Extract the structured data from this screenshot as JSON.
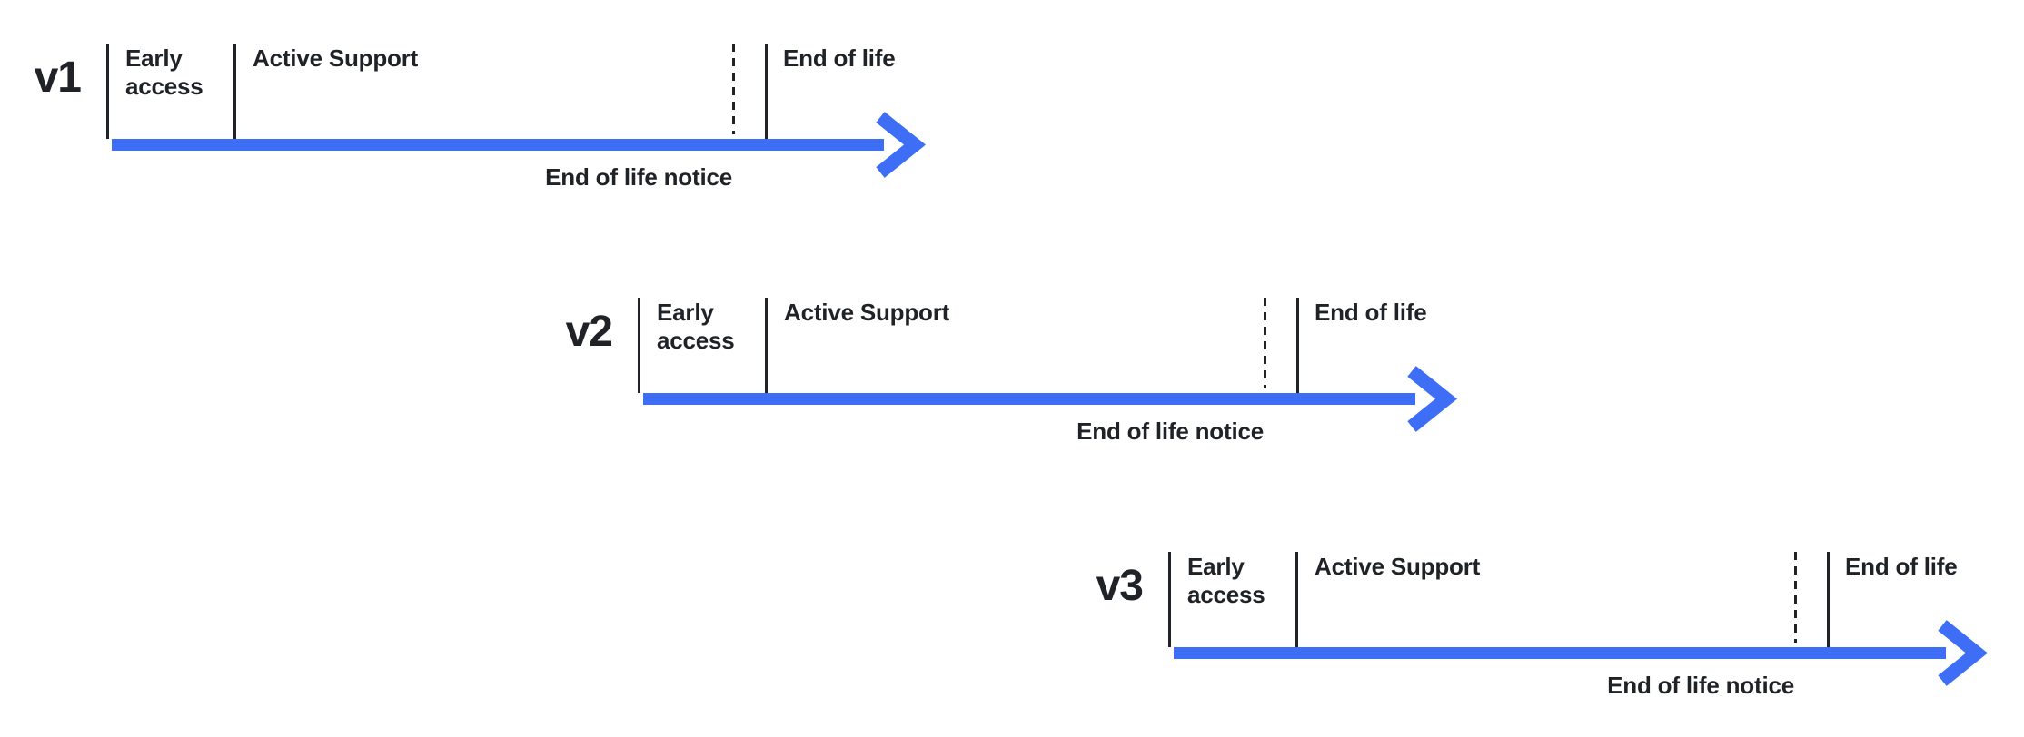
{
  "colors": {
    "arrow_blue": "#3d6ef5",
    "ink": "#1f2226",
    "background": "#ffffff"
  },
  "timelines": [
    {
      "version": "v1",
      "phases": {
        "early_access": "Early access",
        "active_support": "Active Support",
        "end_of_life": "End of life",
        "eol_notice": "End of life notice"
      }
    },
    {
      "version": "v2",
      "phases": {
        "early_access": "Early access",
        "active_support": "Active Support",
        "end_of_life": "End of life",
        "eol_notice": "End of life notice"
      }
    },
    {
      "version": "v3",
      "phases": {
        "early_access": "Early access",
        "active_support": "Active Support",
        "end_of_life": "End of life",
        "eol_notice": "End of life notice"
      }
    }
  ]
}
